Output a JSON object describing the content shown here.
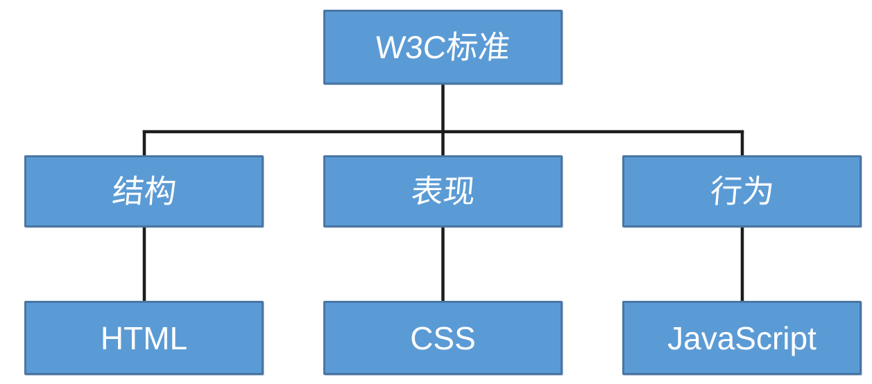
{
  "diagram": {
    "type": "tree",
    "root": {
      "label": "W3C标准"
    },
    "branches": [
      {
        "label": "结构",
        "child": "HTML"
      },
      {
        "label": "表现",
        "child": "CSS"
      },
      {
        "label": "行为",
        "child": "JavaScript"
      }
    ],
    "colors": {
      "node_fill": "#5b9bd5",
      "node_border": "#4a76a4",
      "node_text": "#ffffff",
      "connector": "#1c1c1c",
      "background": "#ffffff"
    }
  }
}
